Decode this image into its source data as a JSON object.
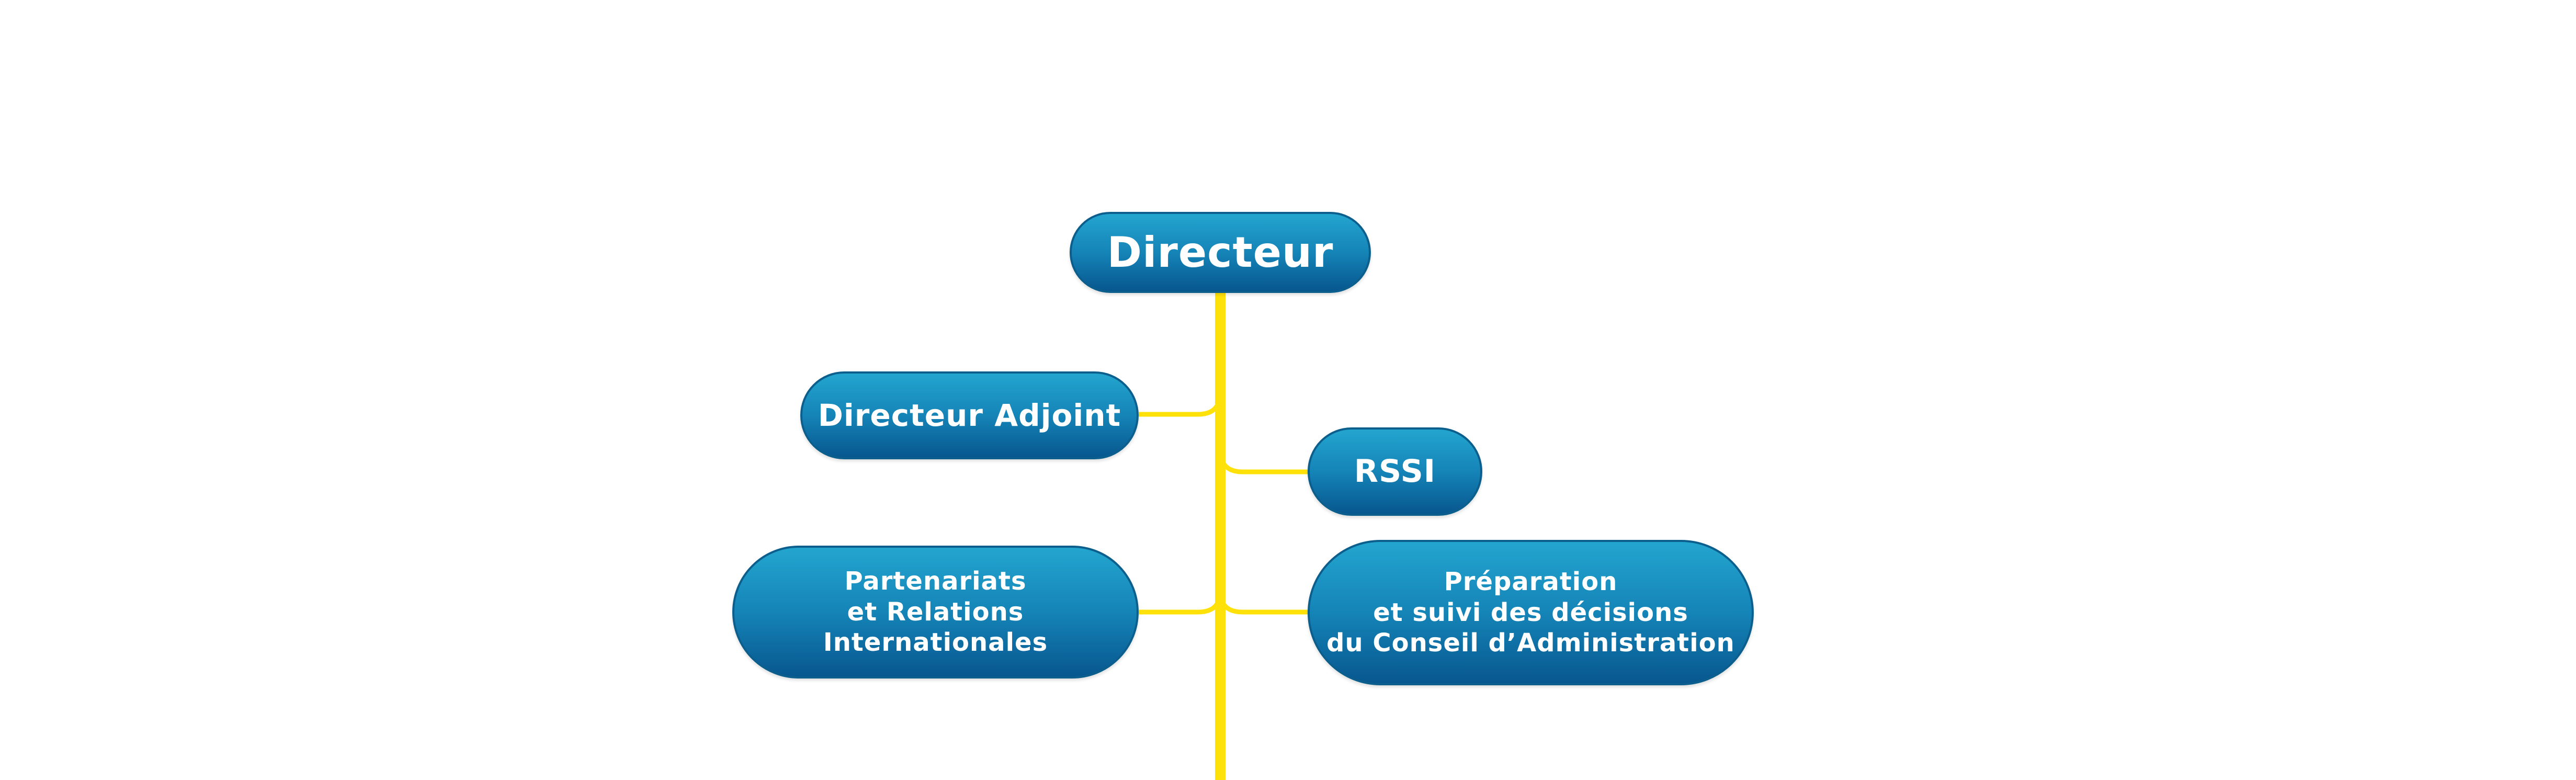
{
  "diagram": {
    "type": "org-chart",
    "root": {
      "label": "Directeur"
    },
    "children": [
      {
        "id": "adjoint",
        "label": "Directeur Adjoint",
        "side": "left"
      },
      {
        "id": "rssi",
        "label": "RSSI",
        "side": "right"
      },
      {
        "id": "partenariats",
        "label": "Partenariats\net Relations Internationales",
        "side": "left"
      },
      {
        "id": "preparation",
        "label": "Préparation\net suivi des décisions\ndu Conseil d’Administration",
        "side": "right"
      }
    ]
  },
  "colors": {
    "node_gradient_top": "#23a5cf",
    "node_gradient_bottom": "#07578f",
    "node_border": "#0c5f8d",
    "node_text": "#ffffff",
    "connector": "#ffe10a",
    "background": "#ffffff"
  }
}
